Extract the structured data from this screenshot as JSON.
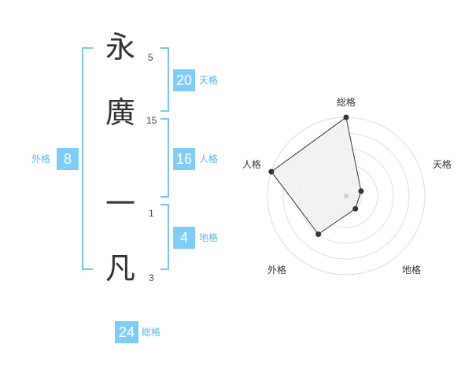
{
  "name": {
    "characters": [
      {
        "char": "永",
        "strokes": "5"
      },
      {
        "char": "廣",
        "strokes": "15"
      },
      {
        "char": "一",
        "strokes": "1"
      },
      {
        "char": "凡",
        "strokes": "3"
      }
    ]
  },
  "fortune": {
    "tenkaku": {
      "value": "20",
      "label": "天格"
    },
    "jinkaku": {
      "value": "16",
      "label": "人格"
    },
    "chikaku": {
      "value": "4",
      "label": "地格"
    },
    "gaikaku": {
      "value": "8",
      "label": "外格"
    },
    "soukaku": {
      "value": "24",
      "label": "総格"
    }
  },
  "chart_data": {
    "type": "radar",
    "axes": [
      "総格",
      "天格",
      "地格",
      "外格",
      "人格"
    ],
    "values": [
      5,
      1,
      1,
      3,
      5
    ],
    "max": 5,
    "rings": 5,
    "colors": {
      "fill": "#f0f0f0",
      "line": "#333333",
      "grid": "#dddddd",
      "center": "#cccccc"
    }
  }
}
